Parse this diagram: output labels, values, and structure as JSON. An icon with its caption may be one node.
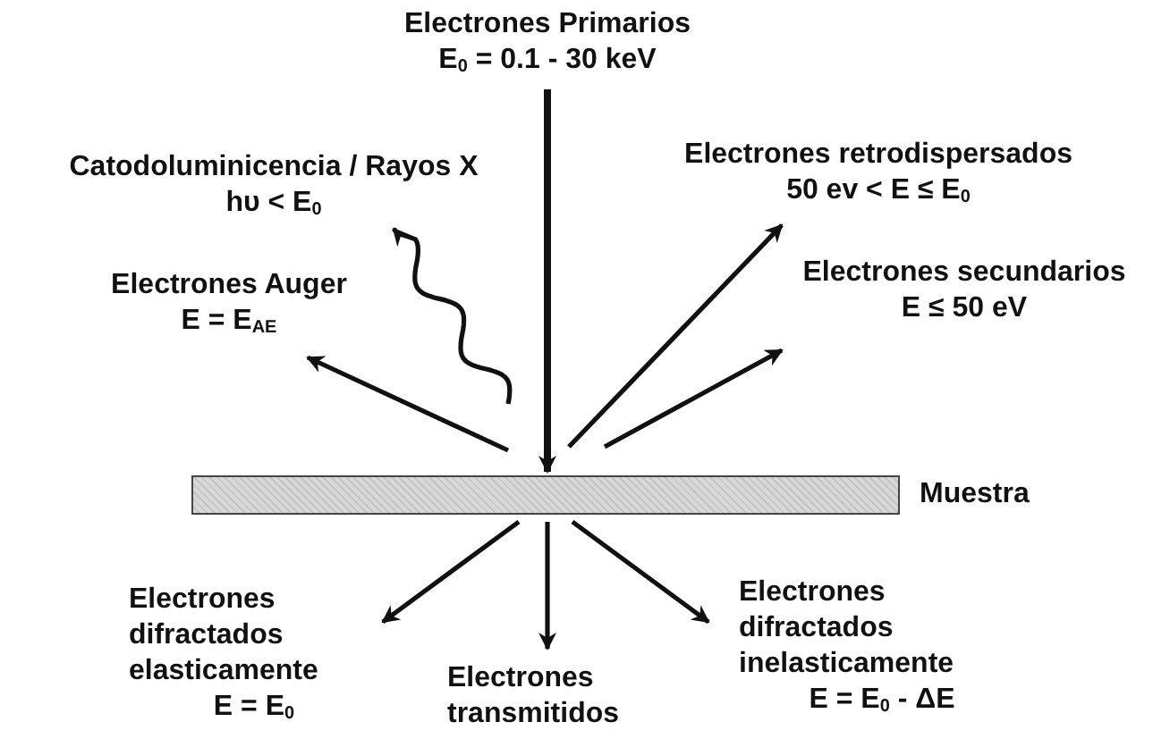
{
  "diagram": {
    "nodes": [
      {
        "text": [
          "Electrones Primarios",
          "E$_{0}$ = 0.1 - 30 keV"
        ]
      },
      {
        "text": [
          "Catodoluminicencia / Rayos X",
          "hυ < E$_{0}$"
        ]
      },
      {
        "text": [
          "Electrones retrodispersados",
          "50 ev < E ≤ E$_{0}$"
        ]
      },
      {
        "text": [
          "Electrones Auger",
          "E = E$_{AE}$"
        ]
      },
      {
        "text": [
          "Electrones secundarios",
          "E ≤ 50 eV"
        ]
      },
      {
        "text": [
          "Muestra"
        ]
      },
      {
        "text": [
          "Electrones difractados elasticamente",
          "E = E$_{0}$"
        ]
      },
      {
        "text": [
          "Electrones transmitidos"
        ]
      },
      {
        "text": [
          "Electrones difractados inelasticamente",
          "E = E$_{0}$ - ΔE"
        ]
      }
    ],
    "edges": [
      {
        "from": 0,
        "to": 5,
        "arrow": "to"
      },
      {
        "from": 5,
        "to": 1,
        "arrow": "to"
      },
      {
        "from": 5,
        "to": 3,
        "arrow": "to"
      },
      {
        "from": 5,
        "to": 2,
        "arrow": "to"
      },
      {
        "from": 5,
        "to": 4,
        "arrow": "to"
      },
      {
        "from": 5,
        "to": 6,
        "arrow": "to"
      },
      {
        "from": 5,
        "to": 7,
        "arrow": "to"
      },
      {
        "from": 5,
        "to": 8,
        "arrow": "to"
      }
    ]
  }
}
